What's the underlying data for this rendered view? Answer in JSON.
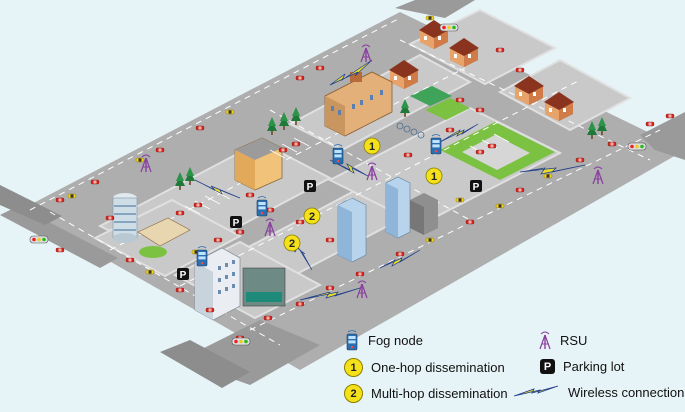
{
  "colors": {
    "background": "#e7f4f7",
    "road": "#9a9a9a",
    "sidewalk": "#d9d9d9",
    "block": "#c9c9c9",
    "lane_marking": "#ffffff",
    "grass": "#7cc242",
    "car": "#d7261e",
    "taxi": "#f2d21b",
    "fog_node": "#2c6fb0",
    "rsu": "#8a3fa0",
    "badge": "#f5e11a",
    "wireless": "#e8de2a",
    "wireless_outline": "#1f3e8c"
  },
  "diagram": {
    "badges": [
      "1",
      "1",
      "2",
      "2"
    ],
    "parking_marker": "P"
  },
  "legend": {
    "fog_node": {
      "icon": "fog-node-icon",
      "label": "Fog node"
    },
    "rsu": {
      "icon": "rsu-antenna-icon",
      "label": "RSU"
    },
    "one_hop": {
      "badge": "1",
      "label": "One-hop dissemination"
    },
    "parking": {
      "badge": "P",
      "label": "Parking lot"
    },
    "multi_hop": {
      "badge": "2",
      "label": "Multi-hop dissemination"
    },
    "wireless": {
      "icon": "lightning-icon",
      "label": "Wireless connection"
    }
  }
}
